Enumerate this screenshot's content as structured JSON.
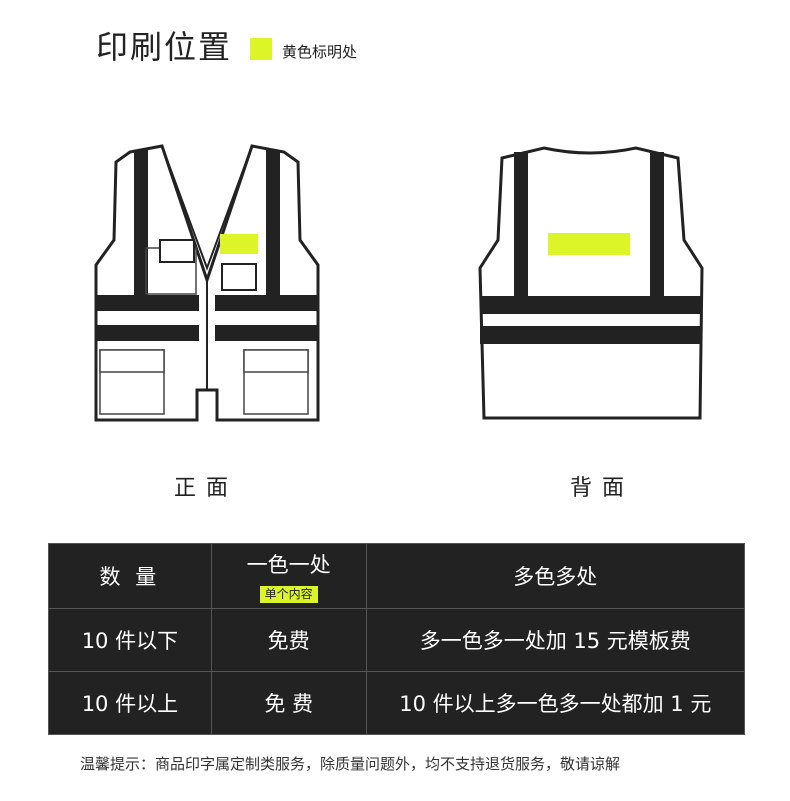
{
  "header": {
    "title": "印刷位置",
    "legend_label": "黄色标明处"
  },
  "colors": {
    "highlight": "#dbf528",
    "vest_outline": "#222222",
    "table_bg": "#222222"
  },
  "vests": {
    "front_label": "正面",
    "back_label": "背面"
  },
  "table": {
    "header": {
      "qty": "数 量",
      "one_color": "一色一处",
      "one_color_sub": "单个内容",
      "multi": "多色多处"
    },
    "rows": [
      {
        "qty": "10 件以下",
        "one": "免费",
        "multi": "多一色多一处加 15 元模板费"
      },
      {
        "qty": "10 件以上",
        "one": "免 费",
        "multi": "10 件以上多一色多一处都加 1 元"
      }
    ]
  },
  "footer": {
    "note": "温馨提示：商品印字属定制类服务，除质量问题外，均不支持退货服务，敬请谅解"
  }
}
